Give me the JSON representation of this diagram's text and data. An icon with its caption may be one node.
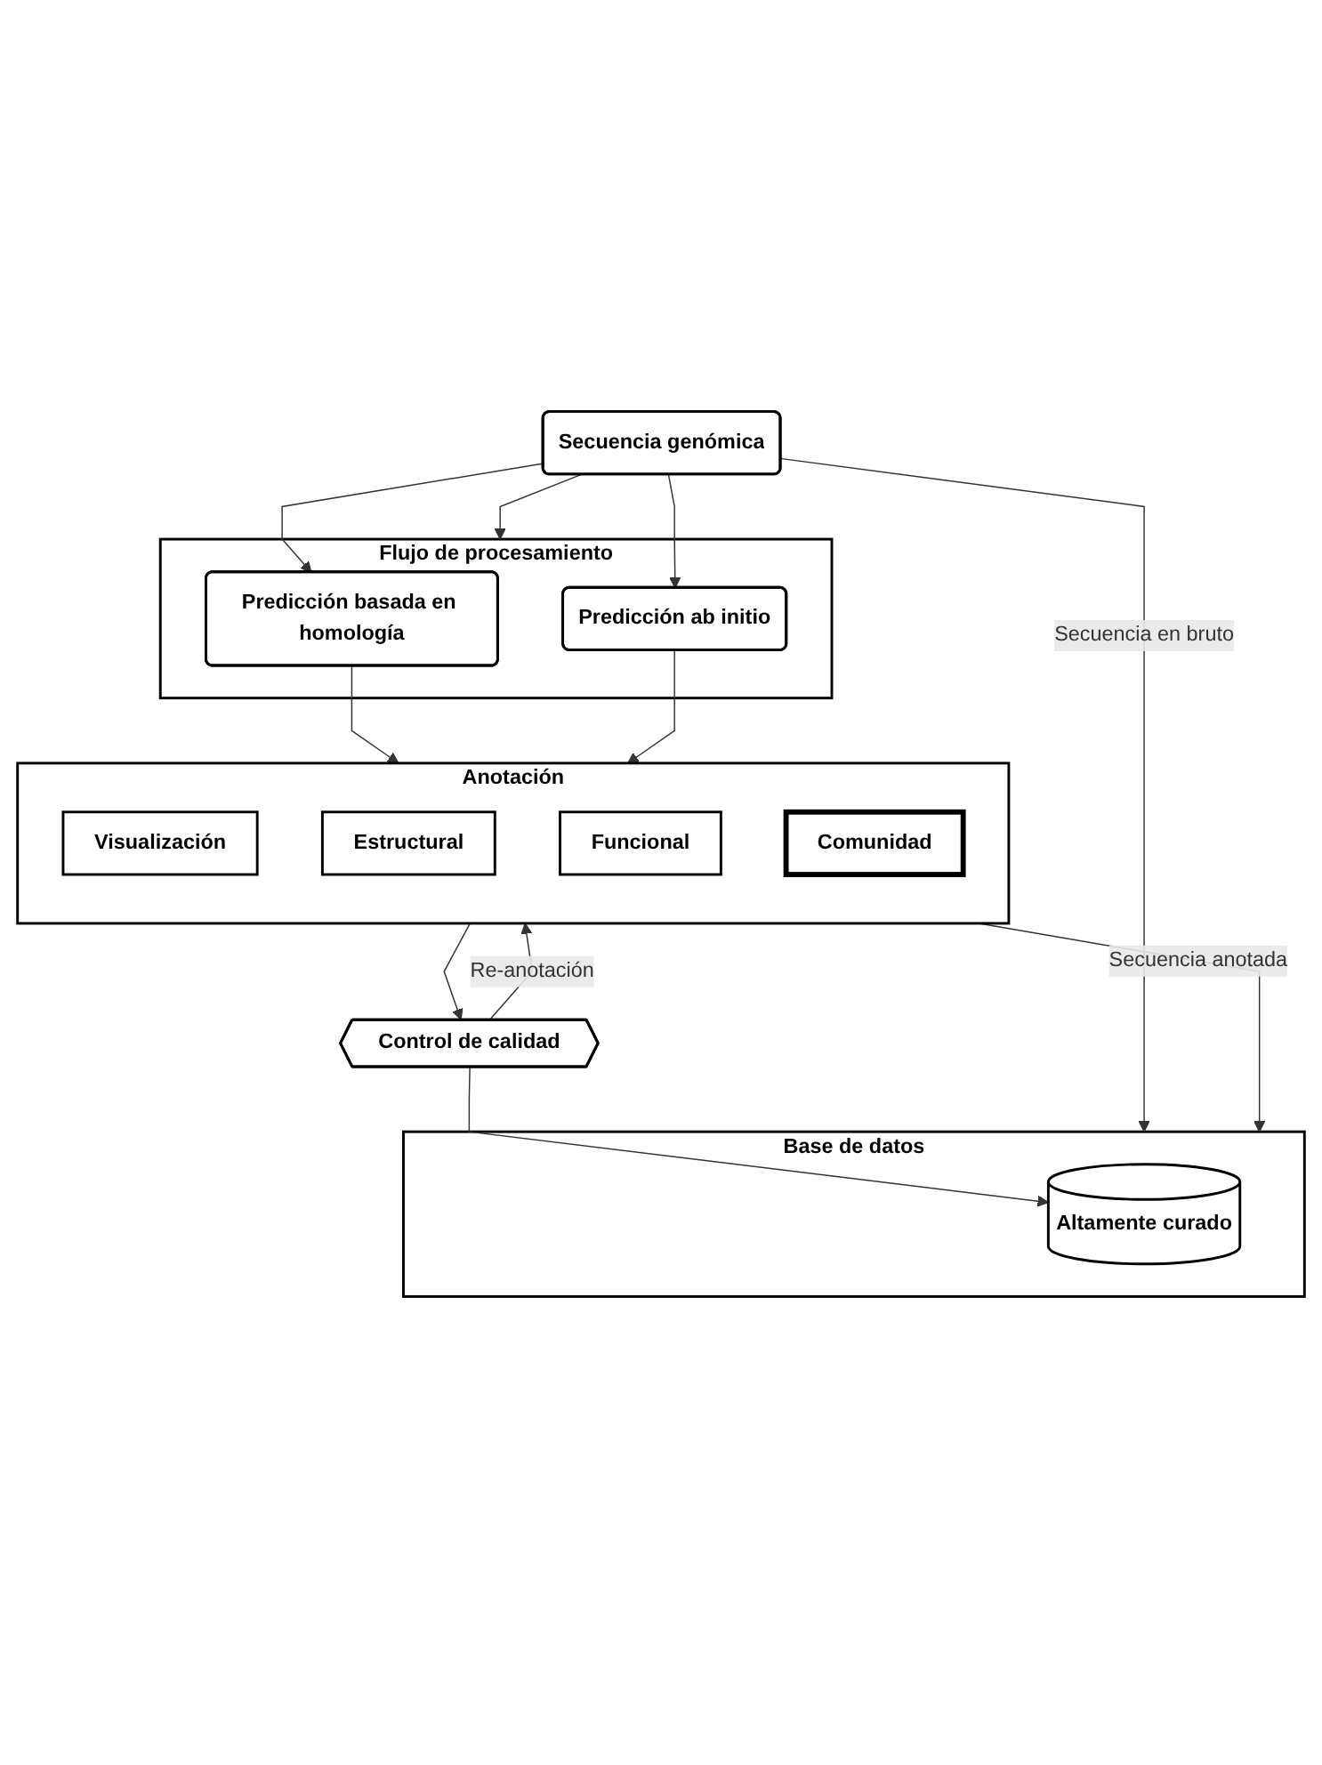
{
  "diagram": {
    "nodes": [
      {
        "text": [
          "Secuencia genómica"
        ]
      },
      {
        "text": [
          "Flujo de procesamiento"
        ]
      },
      {
        "text": [
          "Predicción basada en homología"
        ],
        "in": 1
      },
      {
        "text": [
          "Predicción ab initio"
        ],
        "in": 1
      },
      {
        "text": [
          "Anotación"
        ]
      },
      {
        "text": [
          "Visualización"
        ],
        "in": 4
      },
      {
        "text": [
          "Estructural"
        ],
        "in": 4
      },
      {
        "text": [
          "Funcional"
        ],
        "in": 4
      },
      {
        "text": [
          "Comunidad"
        ],
        "in": 4
      },
      {
        "text": [
          "Control de calidad"
        ]
      },
      {
        "text": [
          "Base de datos"
        ]
      },
      {
        "text": [
          "Altamente curado"
        ],
        "in": 10
      }
    ],
    "edges": [
      {
        "from": 0,
        "to": 10,
        "arrow": "to",
        "label": "Secuencia en bruto"
      },
      {
        "from": 0,
        "to": 2,
        "arrow": "to"
      },
      {
        "from": 0,
        "to": 1,
        "arrow": "to"
      },
      {
        "from": 0,
        "to": 3,
        "arrow": "to"
      },
      {
        "from": 2,
        "to": 4,
        "arrow": "to"
      },
      {
        "from": 3,
        "to": 4,
        "arrow": "to"
      },
      {
        "from": 4,
        "to": 10,
        "arrow": "to",
        "label": "Secuencia anotada"
      },
      {
        "from": 4,
        "to": 9,
        "arrow": "to"
      },
      {
        "from": 9,
        "to": 4,
        "arrow": "to",
        "label": "Re-anotación"
      },
      {
        "from": 9,
        "to": 11,
        "arrow": "to"
      }
    ]
  }
}
